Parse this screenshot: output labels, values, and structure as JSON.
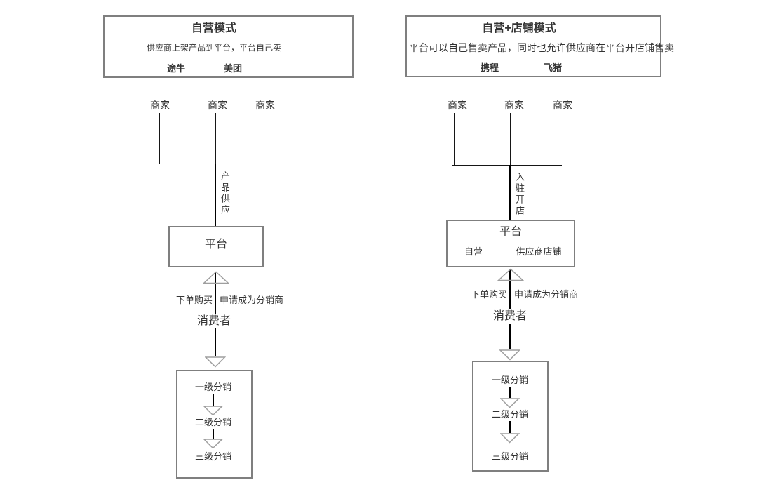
{
  "page": {
    "background": "#ffffff"
  },
  "colors": {
    "box_border": "#7f7f7f",
    "flow_line": "#000000",
    "arrow_outline": "#9e9e9e",
    "text": "#333333"
  },
  "diagrams": [
    {
      "name": "self-operated-mode",
      "header": {
        "title": "自营模式",
        "description": "供应商上架产品到平台，平台自己卖",
        "example_left": "途牛",
        "example_right": "美团"
      },
      "merchants": [
        "商家",
        "商家",
        "商家"
      ],
      "supply_label": "产品供应",
      "platform": {
        "title": "平台"
      },
      "order_label": "下单购买",
      "apply_label": "申请成为分销商",
      "consumer_label": "消费者",
      "distribution": [
        "一级分销",
        "二级分销",
        "三级分销"
      ]
    },
    {
      "name": "self-operated-plus-shop-mode",
      "header": {
        "title": "自营+店铺模式",
        "description": "平台可以自己售卖产品，同时也允许供应商在平台开店铺售卖",
        "example_left": "携程",
        "example_right": "飞猪"
      },
      "merchants": [
        "商家",
        "商家",
        "商家"
      ],
      "supply_label": "入驻开店",
      "platform": {
        "title": "平台",
        "sub_left": "自营",
        "sub_right": "供应商店铺"
      },
      "order_label": "下单购买",
      "apply_label": "申请成为分销商",
      "consumer_label": "消费者",
      "distribution": [
        "一级分销",
        "二级分销",
        "三级分销"
      ]
    }
  ]
}
